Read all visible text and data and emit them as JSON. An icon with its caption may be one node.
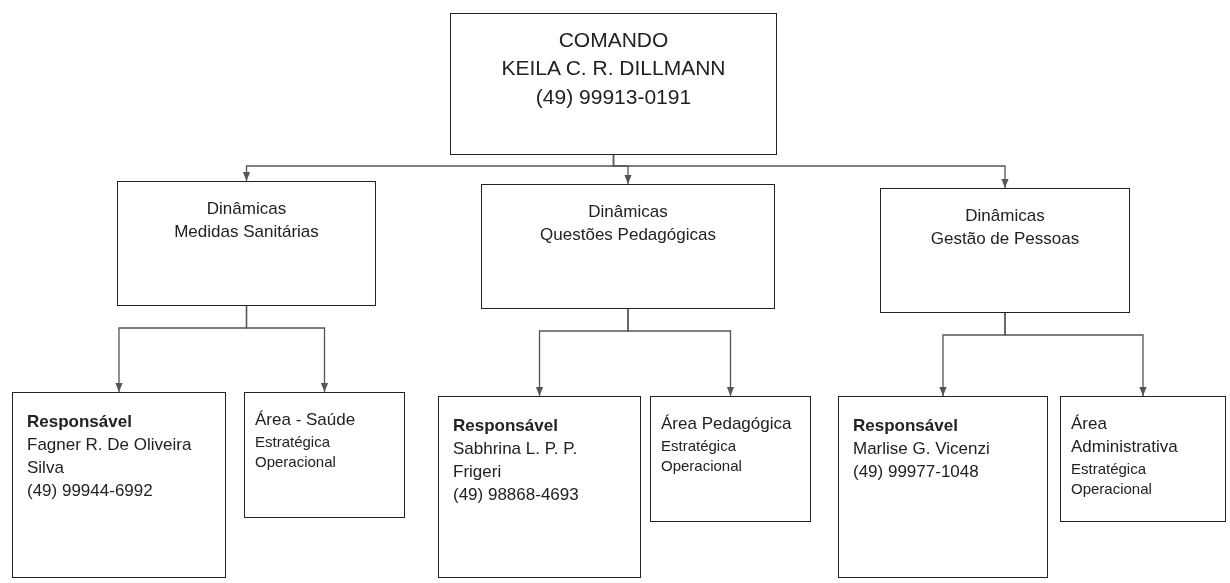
{
  "diagram": {
    "nodes": [
      {
        "text": [
          "COMANDO",
          "KEILA C. R. DILLMANN",
          "(49) 99913-0191"
        ]
      },
      {
        "text": [
          "Dinâmicas",
          "Medidas Sanitárias"
        ]
      },
      {
        "text": [
          "Dinâmicas",
          "Questões Pedagógicas"
        ]
      },
      {
        "text": [
          "Dinâmicas",
          "Gestão de Pessoas"
        ]
      },
      {
        "text": [
          "Responsável",
          "Fagner R. De Oliveira Silva",
          "(49) 99944-6992"
        ]
      },
      {
        "text": [
          "Área - Saúde",
          "Estratégica",
          "Operacional"
        ]
      },
      {
        "text": [
          "Responsável",
          "Sabhrina L. P. P. Frigeri",
          "(49) 98868-4693"
        ]
      },
      {
        "text": [
          "Área Pedagógica",
          "Estratégica",
          "Operacional"
        ]
      },
      {
        "text": [
          "Responsável",
          "Marlise G. Vicenzi",
          "(49) 99977-1048"
        ]
      },
      {
        "text": [
          "Área Administrativa",
          "Estratégica",
          "Operacional"
        ]
      }
    ],
    "edges": [
      {
        "from": 0,
        "to": 1,
        "arrow": "to"
      },
      {
        "from": 0,
        "to": 2,
        "arrow": "to"
      },
      {
        "from": 0,
        "to": 3,
        "arrow": "to"
      },
      {
        "from": 1,
        "to": 4,
        "arrow": "to"
      },
      {
        "from": 1,
        "to": 5,
        "arrow": "to"
      },
      {
        "from": 2,
        "to": 6,
        "arrow": "to"
      },
      {
        "from": 2,
        "to": 7,
        "arrow": "to"
      },
      {
        "from": 3,
        "to": 8,
        "arrow": "to"
      },
      {
        "from": 3,
        "to": 9,
        "arrow": "to"
      }
    ]
  }
}
